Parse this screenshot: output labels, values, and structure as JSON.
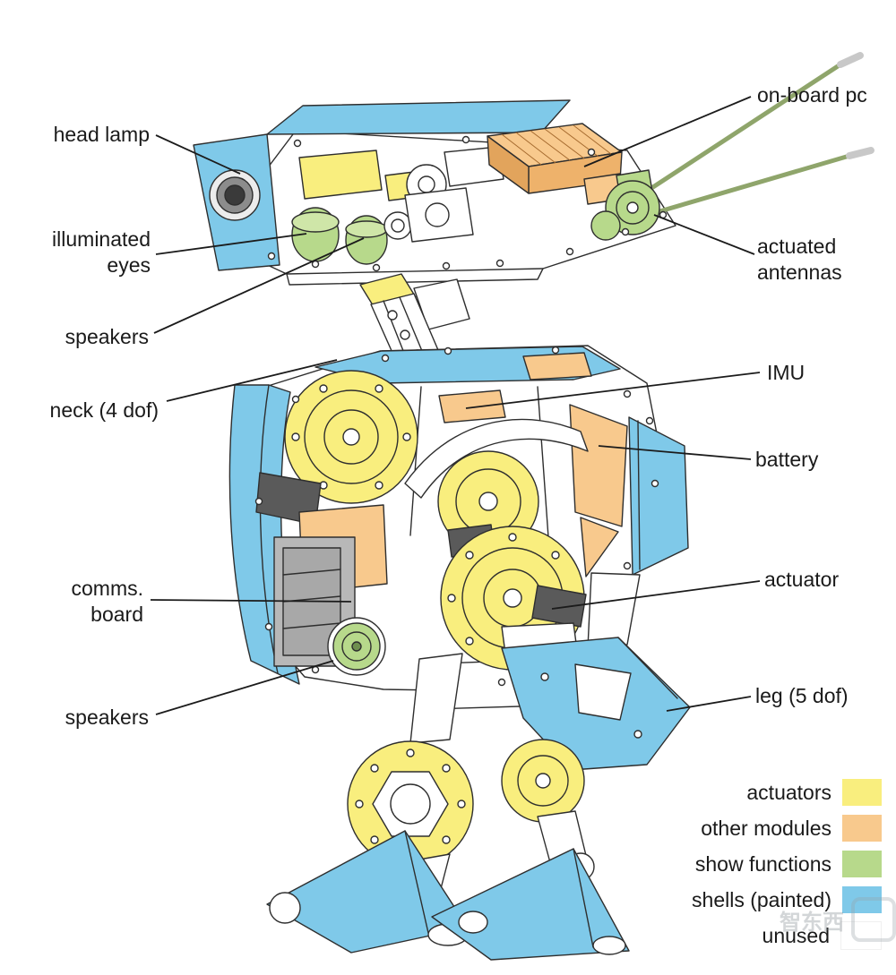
{
  "figure": {
    "type": "annotated-diagram",
    "subject": "bipedal robot hardware overview"
  },
  "colors": {
    "actuators": "#f9ee7e",
    "modules": "#f8c98d",
    "functions": "#b7d98b",
    "shells": "#7fc9e9",
    "unused": "#ffffff",
    "outline": "#2e2e2e",
    "leader": "#1b1b1b",
    "gray_panel": "#b8b8b8",
    "dark_part": "#5a5a5a"
  },
  "annotations": {
    "left": [
      {
        "id": "head-lamp",
        "text": "head lamp"
      },
      {
        "id": "illuminated-eyes",
        "text": "illuminated\neyes"
      },
      {
        "id": "speakers-top",
        "text": "speakers"
      },
      {
        "id": "neck",
        "text": "neck (4 dof)"
      },
      {
        "id": "comms-board",
        "text": "comms.\nboard"
      },
      {
        "id": "speakers-bottom",
        "text": "speakers"
      }
    ],
    "right": [
      {
        "id": "on-board-pc",
        "text": "on-board pc"
      },
      {
        "id": "actuated-antennas",
        "text": "actuated\nantennas"
      },
      {
        "id": "imu",
        "text": "IMU"
      },
      {
        "id": "battery",
        "text": "battery"
      },
      {
        "id": "actuator",
        "text": "actuator"
      },
      {
        "id": "leg",
        "text": "leg (5 dof)"
      }
    ]
  },
  "legend": {
    "items": [
      {
        "label": "actuators",
        "color_key": "actuators"
      },
      {
        "label": "other modules",
        "color_key": "modules"
      },
      {
        "label": "show functions",
        "color_key": "functions"
      },
      {
        "label": "shells (painted)",
        "color_key": "shells"
      },
      {
        "label": "unused",
        "color_key": "unused"
      }
    ]
  },
  "watermark": {
    "text": "智东西"
  }
}
